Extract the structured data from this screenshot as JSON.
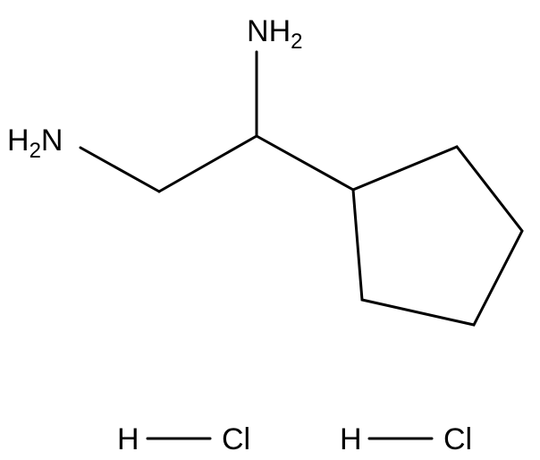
{
  "structure": {
    "amine_top": {
      "element": "N",
      "hydrogen": "H",
      "hydrogen_count": "2"
    },
    "amine_left": {
      "hydrogen": "H",
      "hydrogen_count": "2",
      "element": "N"
    },
    "hcl": [
      {
        "h": "H",
        "cl": "Cl"
      },
      {
        "h": "H",
        "cl": "Cl"
      }
    ]
  }
}
